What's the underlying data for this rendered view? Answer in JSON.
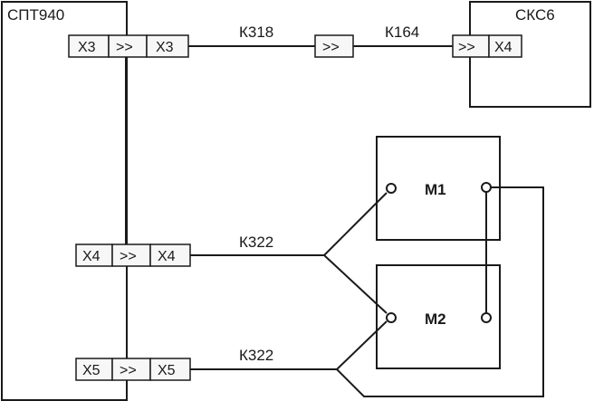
{
  "devices": {
    "spt940": {
      "name": "СПТ940"
    },
    "sks6": {
      "name": "СКС6"
    },
    "m1": {
      "name": "М1"
    },
    "m2": {
      "name": "М2"
    }
  },
  "connectors": {
    "x3_left": "X3",
    "x3_arrow": ">>",
    "x3_right": "X3",
    "x4_left": "X4",
    "x4_arrow": ">>",
    "x4_right": "X4",
    "x5_left": "X5",
    "x5_arrow": ">>",
    "x5_right": "X5",
    "mid_arrow": ">>",
    "sks_arrow": ">>",
    "sks_x4": "X4"
  },
  "cables": {
    "k318": "К318",
    "k164": "К164",
    "k322_top": "К322",
    "k322_bottom": "К322"
  }
}
